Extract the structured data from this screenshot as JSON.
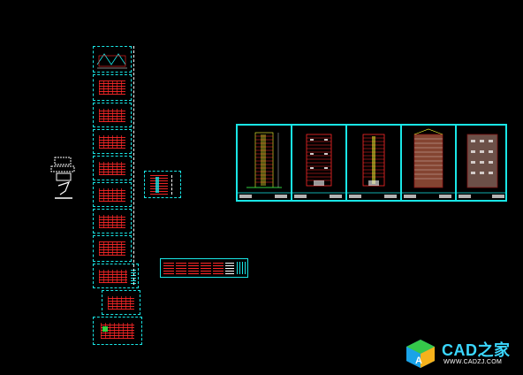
{
  "canvas": {
    "background": "#000000"
  },
  "colors": {
    "frame": "#19e6e6",
    "plan_lines": "#ff2828",
    "highlight": "#ffff33",
    "elevation_fill": "#f07c5a"
  },
  "watermark": {
    "brand": "CAD之家",
    "url": "WWW.CADZJ.COM",
    "icon": "cad-logo-icon"
  },
  "sheets": {
    "floor_plans_count": 11,
    "detail_strip_count": 7,
    "elevations_count": 5
  }
}
